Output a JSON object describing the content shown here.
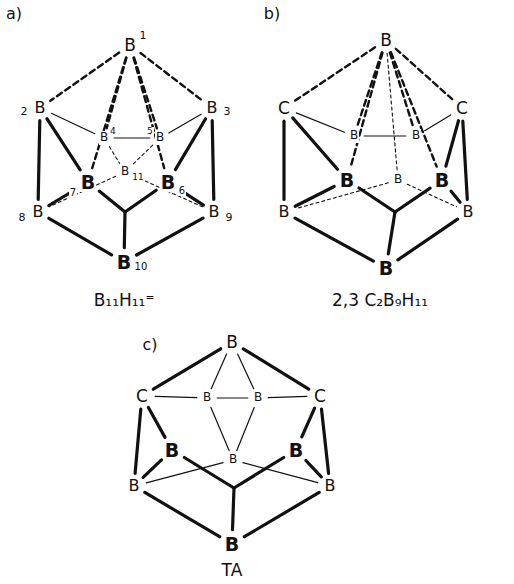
{
  "diagram": {
    "labels": [
      "a)",
      "B",
      "1",
      "2",
      "B",
      "B",
      "3",
      "B",
      "4",
      "5",
      "B",
      "B",
      "7",
      "B",
      "11",
      "B",
      "6",
      "8",
      "B",
      "B",
      "9",
      "B",
      "10",
      "B₁₁H₁₁⁼",
      "b)",
      "B",
      "C",
      "C",
      "B",
      "B",
      "B",
      "B",
      "B",
      "B",
      "B",
      "B",
      "2,3 C₂B₉H₁₁",
      "c)",
      "B",
      "C",
      "C",
      "B",
      "B",
      "B",
      "B",
      "B",
      "B",
      "B",
      "B",
      "TA"
    ]
  }
}
